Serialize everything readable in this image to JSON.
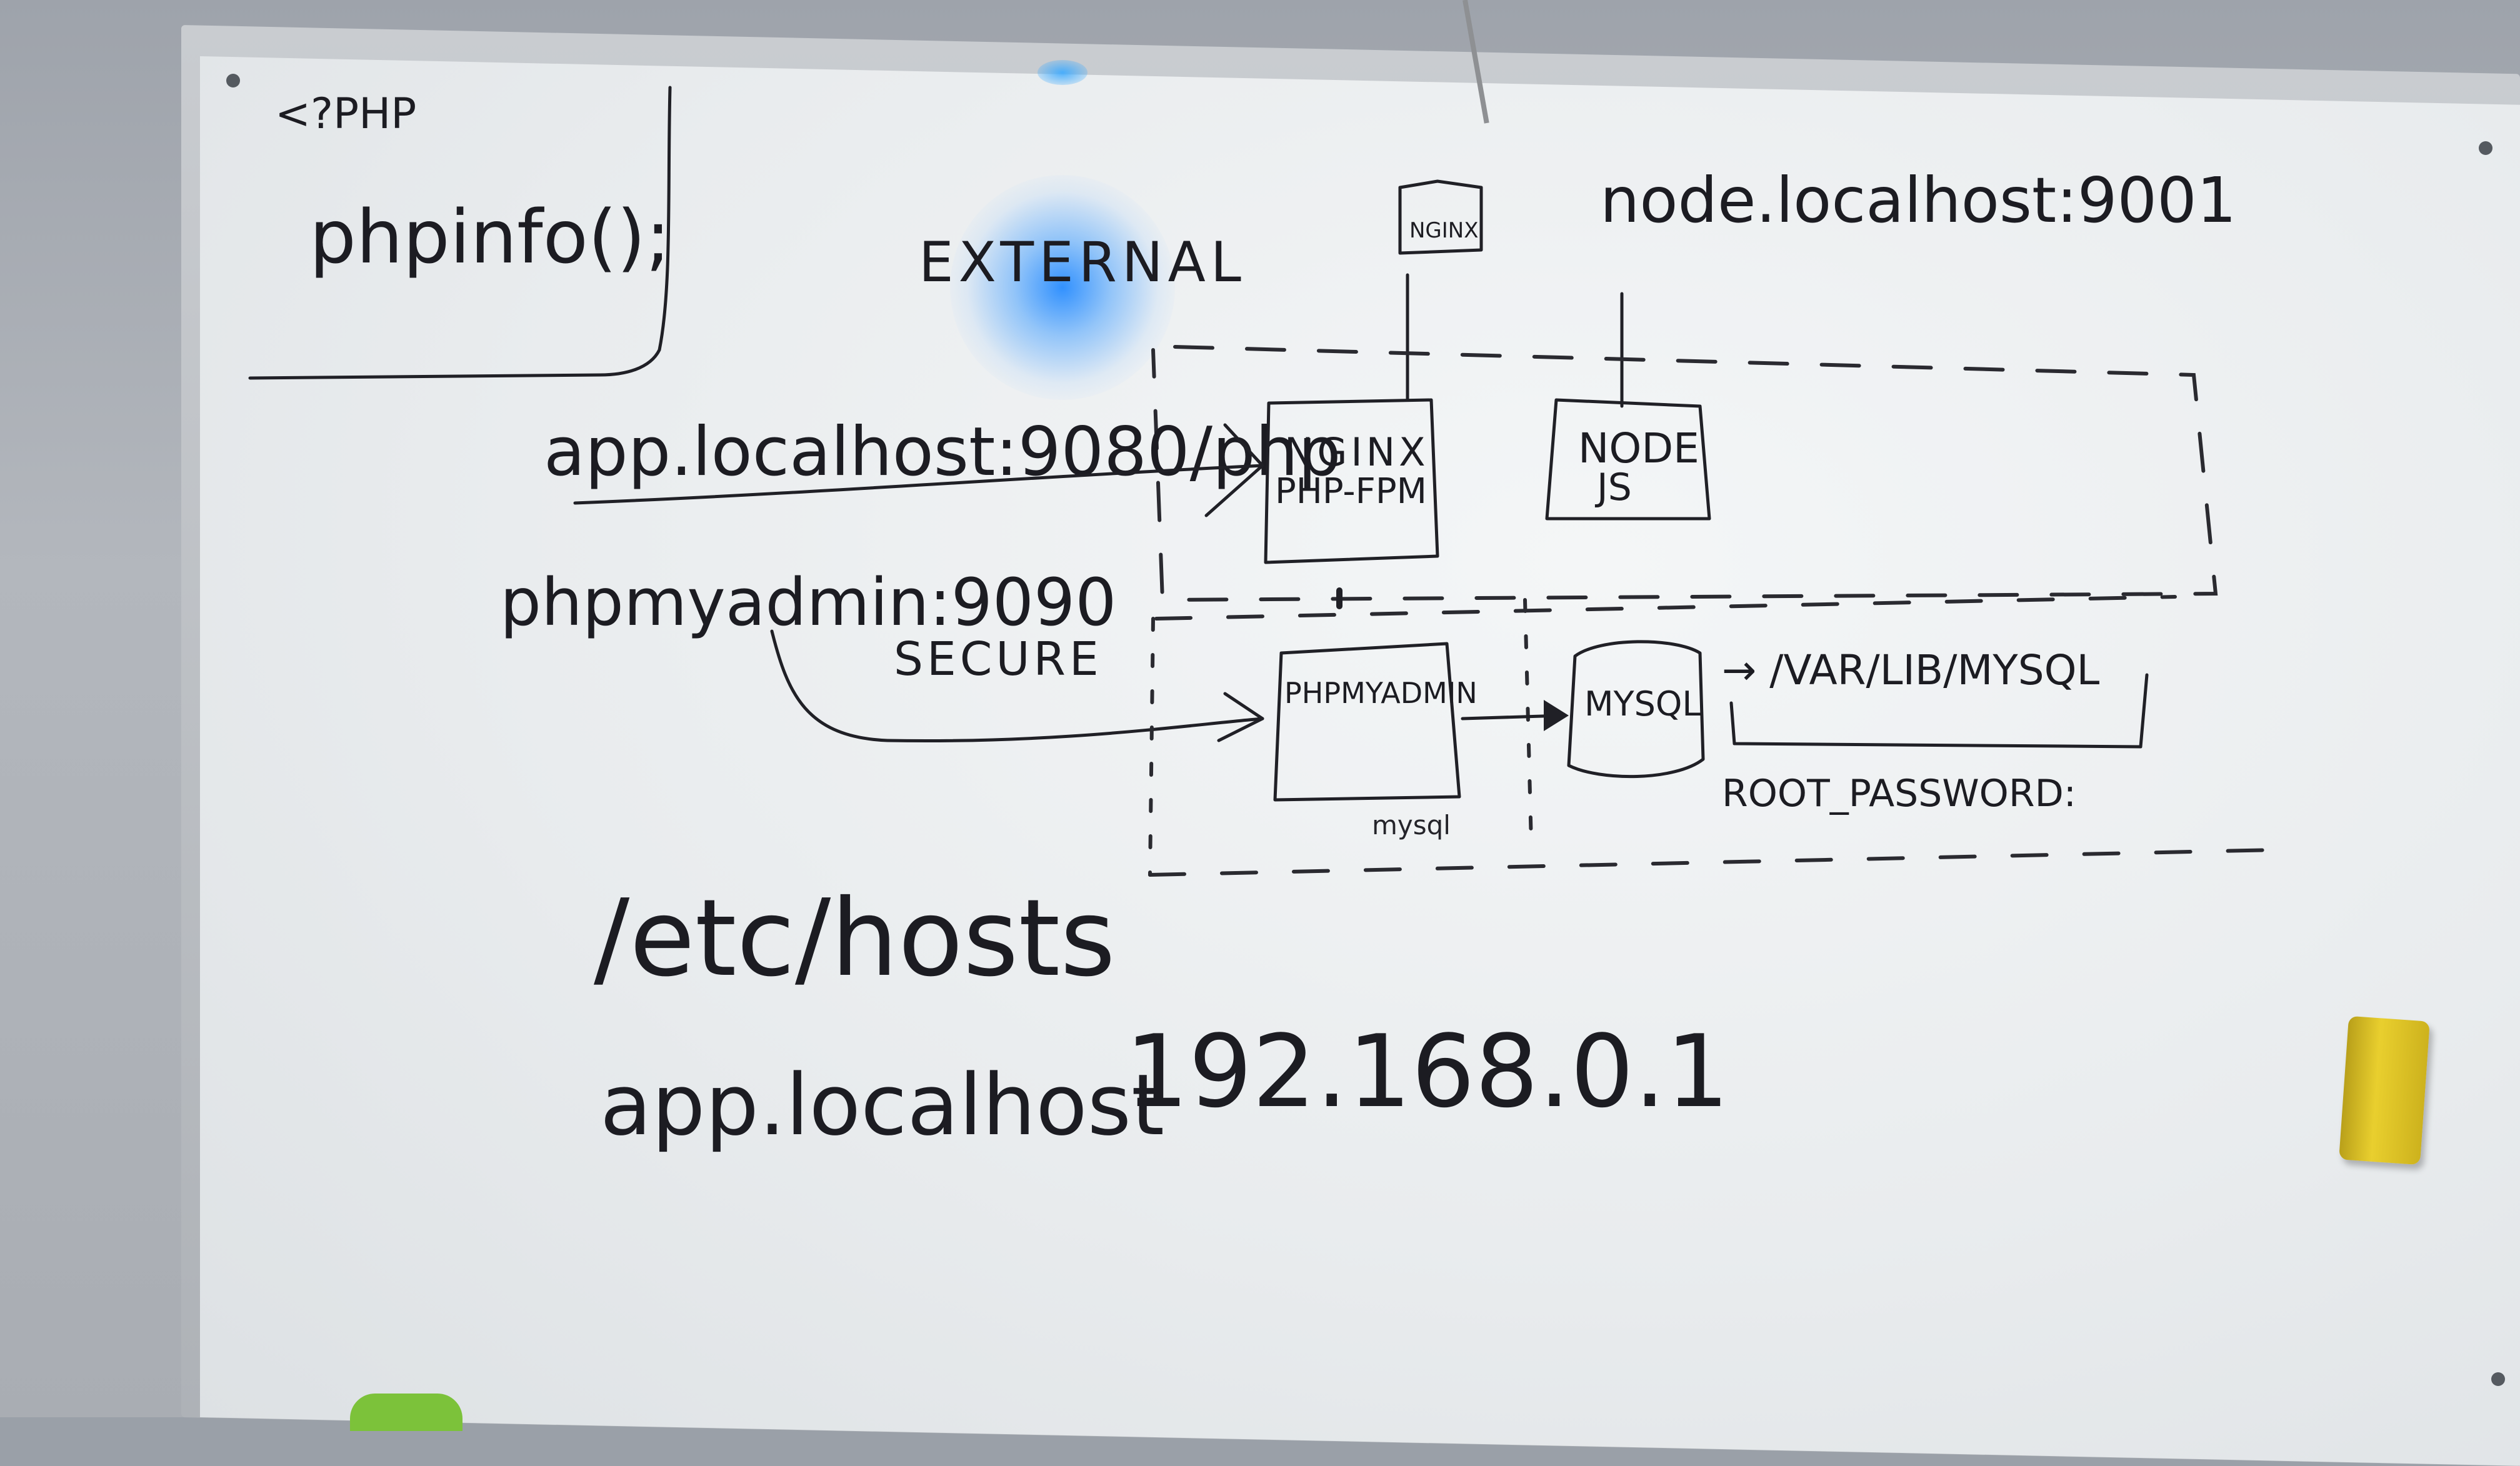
{
  "board": {
    "php_open_tag": "<?PHP",
    "phpinfo_call": "phpinfo();",
    "external_label": "EXTERNAL",
    "nginx_small_label": "NGINX",
    "node_url": "node.localhost:9001",
    "app_url": "app.localhost:9080/php",
    "nginx_box_line1": "NGINX",
    "nginx_box_line2": "PHP-FPM",
    "node_box_line1": "NODE",
    "node_box_line2": "JS",
    "phpmyadmin_url": "phpmyadmin:9090",
    "secure_label": "SECURE",
    "phpmyadmin_box": "PHPMYADMIN",
    "mysql_box": "MYSQL",
    "mysql_path": "→ /VAR/LIB/MYSQL",
    "root_password": "ROOT_PASSWORD:",
    "mysql_small_label": "mysql",
    "hosts_file": "/etc/hosts",
    "hosts_entry_host": "app.localhost",
    "hosts_entry_ip": "192.168.0.1"
  },
  "colors": {
    "ink": "#1c1c22",
    "board": "#eef0f2",
    "led_glow": "#2a8cff",
    "eraser": "#e3c82a",
    "magnet": "#7cc23a"
  }
}
